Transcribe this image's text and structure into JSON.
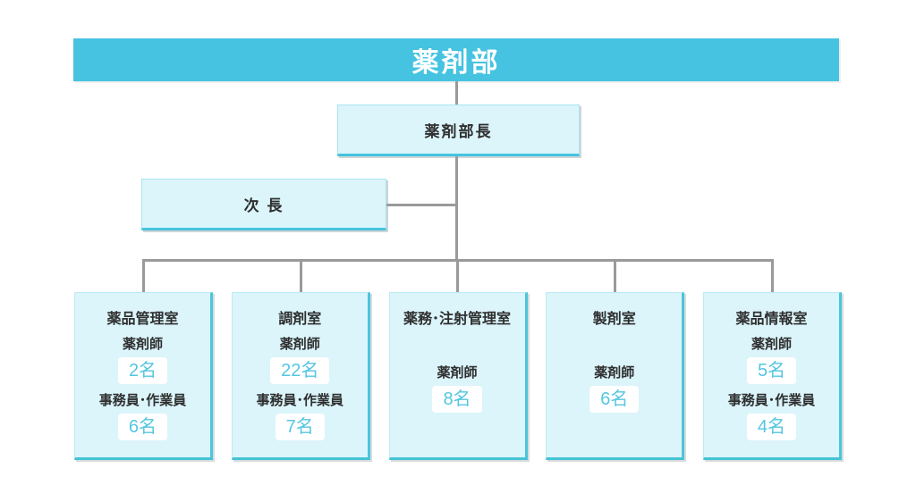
{
  "org": {
    "root_label": "薬剤部",
    "director_label": "薬剤部長",
    "deputy_label": "次 長",
    "departments": [
      {
        "title": "薬品管理室",
        "groups": [
          {
            "role": "薬剤師",
            "count": "2名"
          },
          {
            "role": "事務員･作業員",
            "count": "6名"
          }
        ]
      },
      {
        "title": "調剤室",
        "groups": [
          {
            "role": "薬剤師",
            "count": "22名"
          },
          {
            "role": "事務員･作業員",
            "count": "7名"
          }
        ]
      },
      {
        "title": "薬務･注射管理室",
        "groups": [
          {
            "role": "薬剤師",
            "count": "8名"
          }
        ]
      },
      {
        "title": "製剤室",
        "groups": [
          {
            "role": "薬剤師",
            "count": "6名"
          }
        ]
      },
      {
        "title": "薬品情報室",
        "groups": [
          {
            "role": "薬剤師",
            "count": "5名"
          },
          {
            "role": "事務員･作業員",
            "count": "4名"
          }
        ]
      }
    ],
    "colors": {
      "banner_bg": "#45c3e0",
      "box_fill": "#dbf5fb",
      "accent_border": "#4cc5dc",
      "count_text": "#54c6e0",
      "connector": "#9a9a9a",
      "text": "#2f2f2f"
    }
  }
}
